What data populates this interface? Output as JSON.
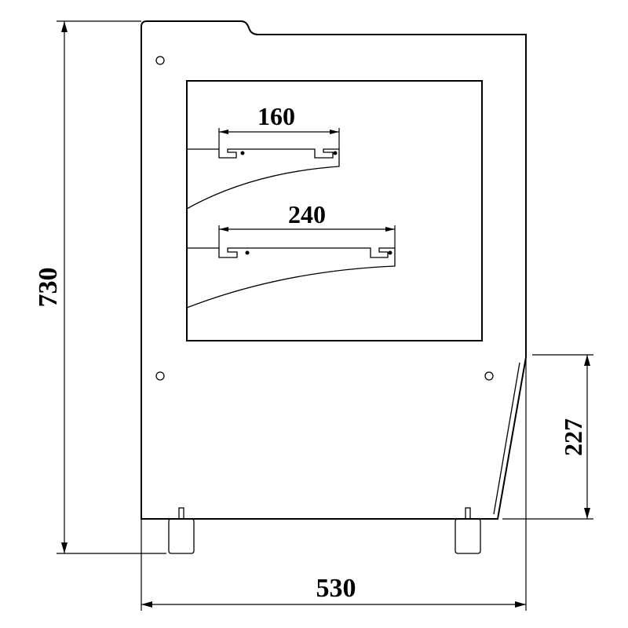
{
  "dimensions": {
    "overall_height": "730",
    "overall_width": "530",
    "front_glass_height": "227",
    "upper_shelf_width": "160",
    "lower_shelf_width": "240"
  },
  "colors": {
    "line": "#000000",
    "background": "#ffffff"
  }
}
